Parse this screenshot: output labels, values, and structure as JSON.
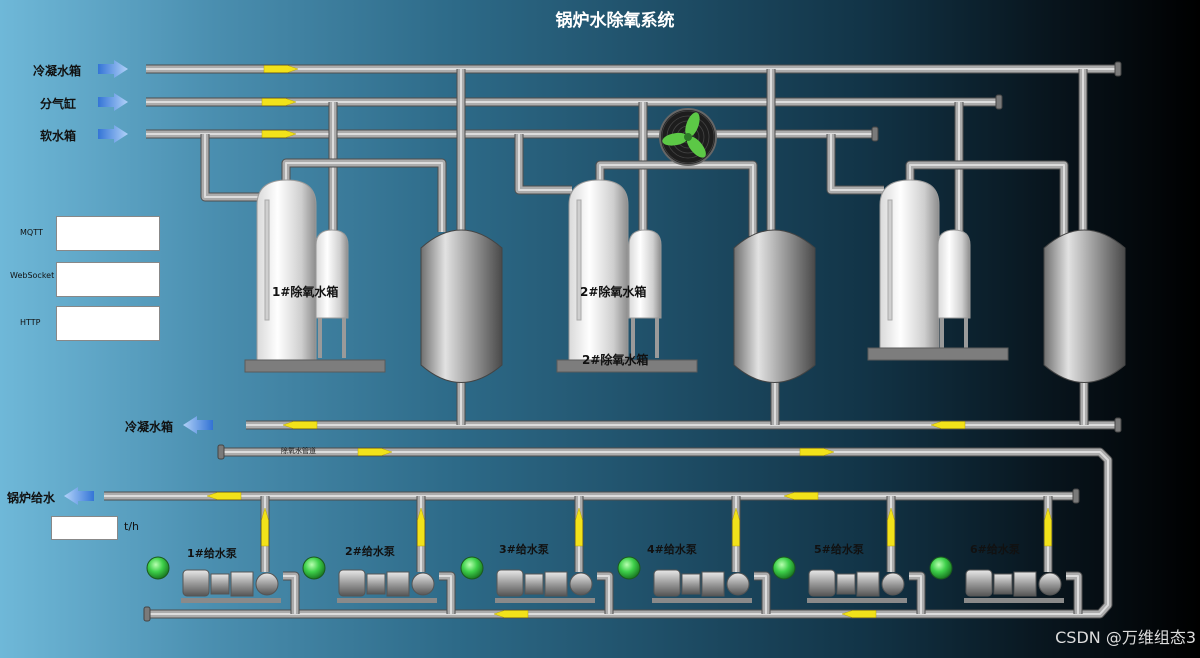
{
  "title": "锅炉水除氧系统",
  "inputs": {
    "condensate_tank": "冷凝水箱",
    "steam_header": "分气缸",
    "soft_water_tank": "软水箱"
  },
  "returns": {
    "condensate_tank": "冷凝水箱",
    "boiler_feed": "锅炉给水",
    "deaerated_pipe": "除氧水管道"
  },
  "protocols": [
    "MQTT",
    "WebSocket",
    "HTTP"
  ],
  "flow_unit": "t/h",
  "deaerators": [
    {
      "name": "1#除氧水箱"
    },
    {
      "name": "2#除氧水箱"
    },
    {
      "name": "2#除氧水箱"
    }
  ],
  "pumps": [
    {
      "name": "1#给水泵",
      "status": "running",
      "color": "#3ed04a"
    },
    {
      "name": "2#给水泵",
      "status": "running",
      "color": "#3ed04a"
    },
    {
      "name": "3#给水泵",
      "status": "running",
      "color": "#3ed04a"
    },
    {
      "name": "4#给水泵",
      "status": "running",
      "color": "#3ed04a"
    },
    {
      "name": "5#给水泵",
      "status": "running",
      "color": "#3ed04a"
    },
    {
      "name": "6#给水泵",
      "status": "running",
      "color": "#3ed04a"
    }
  ],
  "watermark": "CSDN @万维组态3",
  "colors": {
    "pipe": "#a8a8a8",
    "flow_arrow": "#f2e21a",
    "fan_blade": "#5cc846"
  }
}
